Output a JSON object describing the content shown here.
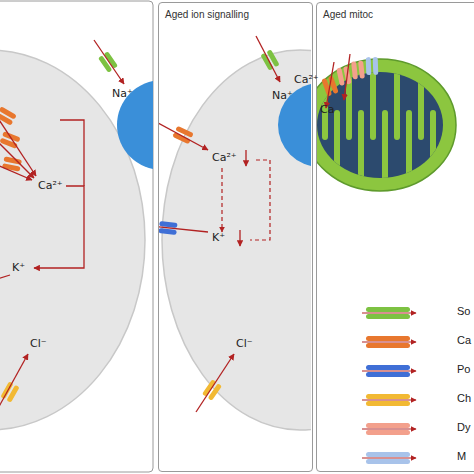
{
  "diagram": {
    "nodes": [
      {
        "text": [
          "Aged ion signalling"
        ]
      },
      {
        "text": [
          "Aged mitoc"
        ]
      }
    ],
    "labels": [
      "Na⁺",
      "Ca²⁺",
      "K⁺",
      "Cl⁻",
      "Na⁺",
      "Ca²⁺",
      "K⁺",
      "Cl⁻",
      "Ca²⁺",
      "Ca"
    ],
    "legend": [
      {
        "text": "So",
        "color": "#7dc242"
      },
      {
        "text": "Ca",
        "color": "#e8772e"
      },
      {
        "text": "Po",
        "color": "#3f6fd6"
      },
      {
        "text": "Ch",
        "color": "#f2b933"
      },
      {
        "text": "Dy",
        "color": "#f3a08c"
      },
      {
        "text": "M",
        "color": "#a8c3ea"
      }
    ]
  }
}
